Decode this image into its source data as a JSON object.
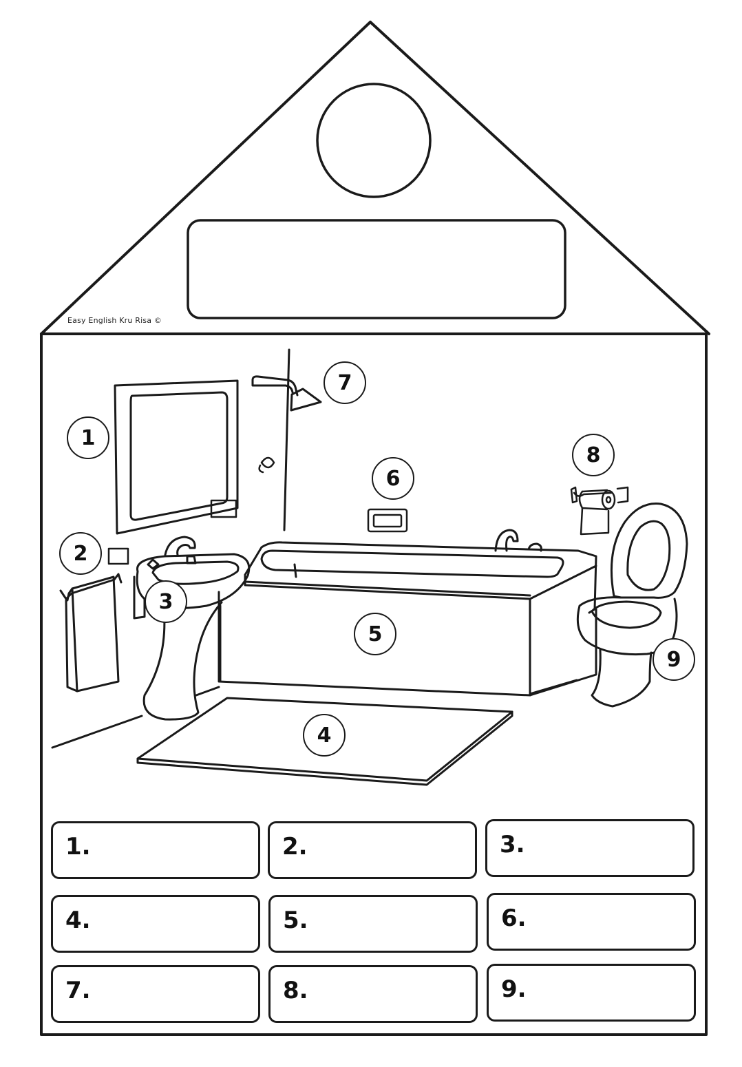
{
  "credit": "Easy English Kru Risa ©",
  "title_circle_text": "",
  "title_box_text": "",
  "callouts": [
    {
      "label": "1",
      "item": "mirror"
    },
    {
      "label": "2",
      "item": "towel"
    },
    {
      "label": "3",
      "item": "sink"
    },
    {
      "label": "4",
      "item": "bath mat"
    },
    {
      "label": "5",
      "item": "bathtub"
    },
    {
      "label": "6",
      "item": "soap dish"
    },
    {
      "label": "7",
      "item": "shower"
    },
    {
      "label": "8",
      "item": "toilet paper"
    },
    {
      "label": "9",
      "item": "toilet"
    }
  ],
  "answer_boxes": [
    {
      "label": "1.",
      "value": ""
    },
    {
      "label": "2.",
      "value": ""
    },
    {
      "label": "3.",
      "value": ""
    },
    {
      "label": "4.",
      "value": ""
    },
    {
      "label": "5.",
      "value": ""
    },
    {
      "label": "6.",
      "value": ""
    },
    {
      "label": "7.",
      "value": ""
    },
    {
      "label": "8.",
      "value": ""
    },
    {
      "label": "9.",
      "value": ""
    }
  ]
}
